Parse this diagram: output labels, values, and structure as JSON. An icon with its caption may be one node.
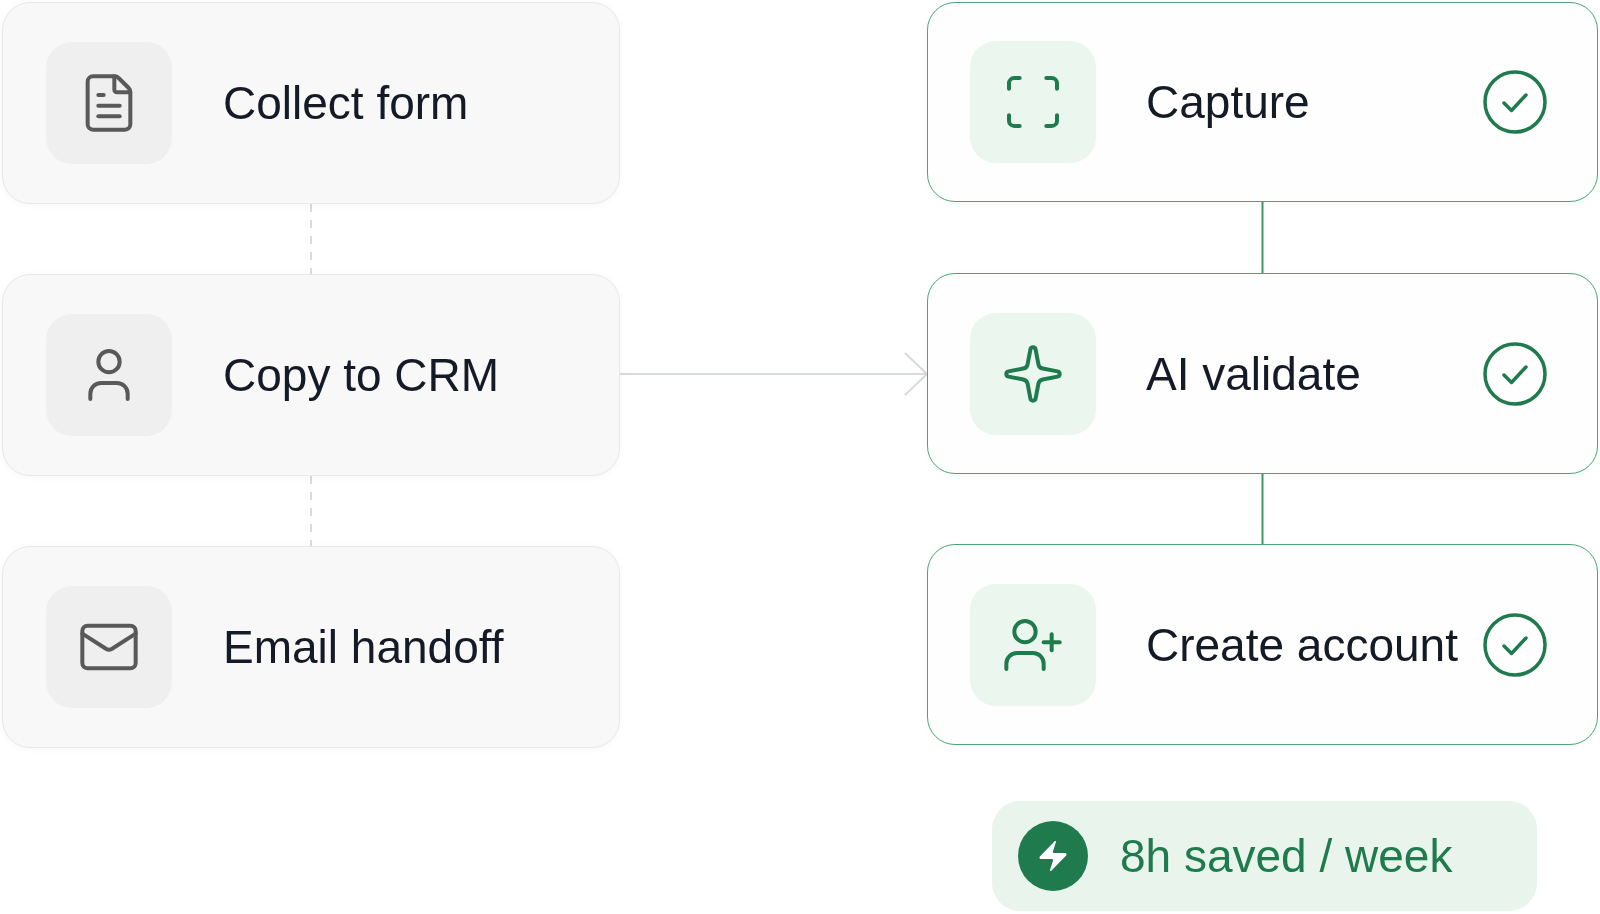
{
  "diagram": {
    "nodes": [
      {
        "text": [
          "Collect form"
        ]
      },
      {
        "text": [
          "Copy to CRM"
        ]
      },
      {
        "text": [
          "Email handoff"
        ]
      },
      {
        "text": [
          "Capture"
        ]
      },
      {
        "text": [
          "AI validate"
        ]
      },
      {
        "text": [
          "Create account"
        ]
      },
      {
        "text": [
          "8h saved / week"
        ]
      }
    ],
    "edges": [
      {
        "from": 0,
        "to": 1,
        "arrow": "none",
        "style": "dashed"
      },
      {
        "from": 1,
        "to": 2,
        "arrow": "none",
        "style": "dashed"
      },
      {
        "from": 1,
        "to": 4,
        "arrow": "to"
      },
      {
        "from": 3,
        "to": 4,
        "arrow": "none",
        "color": "#3b9a68"
      },
      {
        "from": 4,
        "to": 5,
        "arrow": "none",
        "color": "#3b9a68"
      }
    ]
  }
}
